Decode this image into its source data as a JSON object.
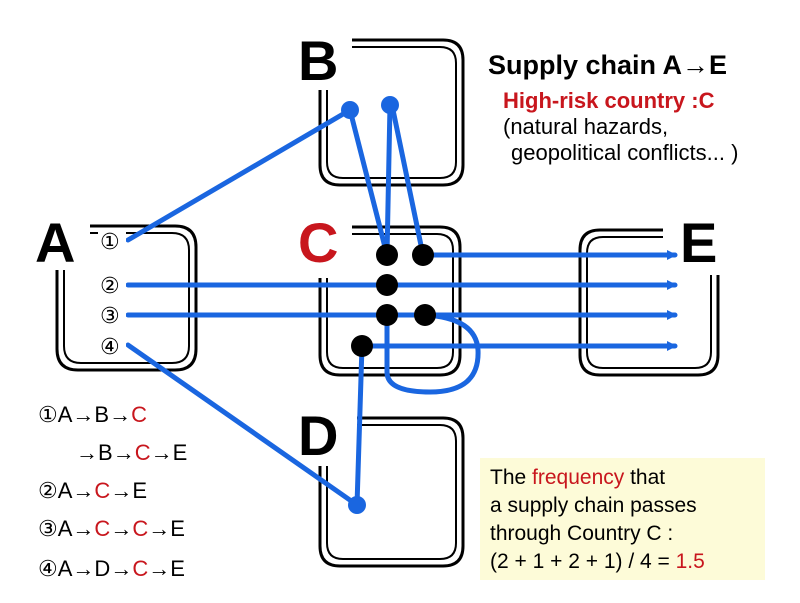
{
  "title": "Supply chain A→E",
  "risk_label": "High-risk country :C",
  "risk_note_line1": "(natural  hazards,",
  "risk_note_line2": "geopolitical  conflicts... )",
  "nodes": {
    "A": "A",
    "B": "B",
    "C": "C",
    "D": "D",
    "E": "E"
  },
  "route_markers": [
    "①",
    "②",
    "③",
    "④"
  ],
  "colors": {
    "flow": "#1a66e0",
    "risk": "#c8161d",
    "highlight_bg": "#fdfbd8"
  },
  "routes": [
    {
      "num": "①",
      "parts": [
        "A",
        "→B",
        "→",
        "C"
      ],
      "line2": [
        "→B",
        "→",
        "C",
        "→E"
      ]
    },
    {
      "num": "②",
      "parts": [
        "A",
        "→",
        "C",
        "→E"
      ]
    },
    {
      "num": "③",
      "parts": [
        "A",
        "→",
        "C",
        "→",
        "C",
        "→E"
      ]
    },
    {
      "num": "④",
      "parts": [
        "A",
        "→D",
        "→",
        "C",
        "→E"
      ]
    }
  ],
  "info": {
    "line1_a": "The ",
    "line1_b": "frequency",
    "line1_c": " that",
    "line2": "a supply chain passes",
    "line3": "through Country C :",
    "line4_a": "(2 + 1 + 2 + 1) / 4 = ",
    "line4_b": "1.5"
  }
}
